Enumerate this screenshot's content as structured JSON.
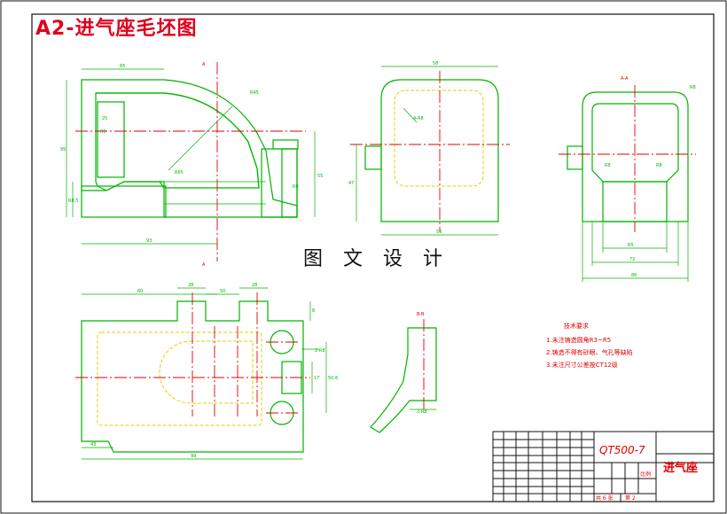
{
  "title": "A2-进气座毛坯图",
  "watermark": "图 文 设 计",
  "section_labels": {
    "top_a": "A",
    "bottom_a": "A",
    "aa": "A-A",
    "bb": "B-B"
  },
  "tech_requirements": {
    "heading": "技术要求",
    "items": [
      "1.未注铸造圆角R3~R5",
      "2.铸造不得有砂眼、气孔等缺陷",
      "3.未注尺寸公差按CT12级"
    ]
  },
  "title_block": {
    "material": "QT500-7",
    "part_name": "进气座",
    "scale_label": "比例",
    "sheet_total": "共 6 张",
    "sheet_no": "第 2"
  }
}
